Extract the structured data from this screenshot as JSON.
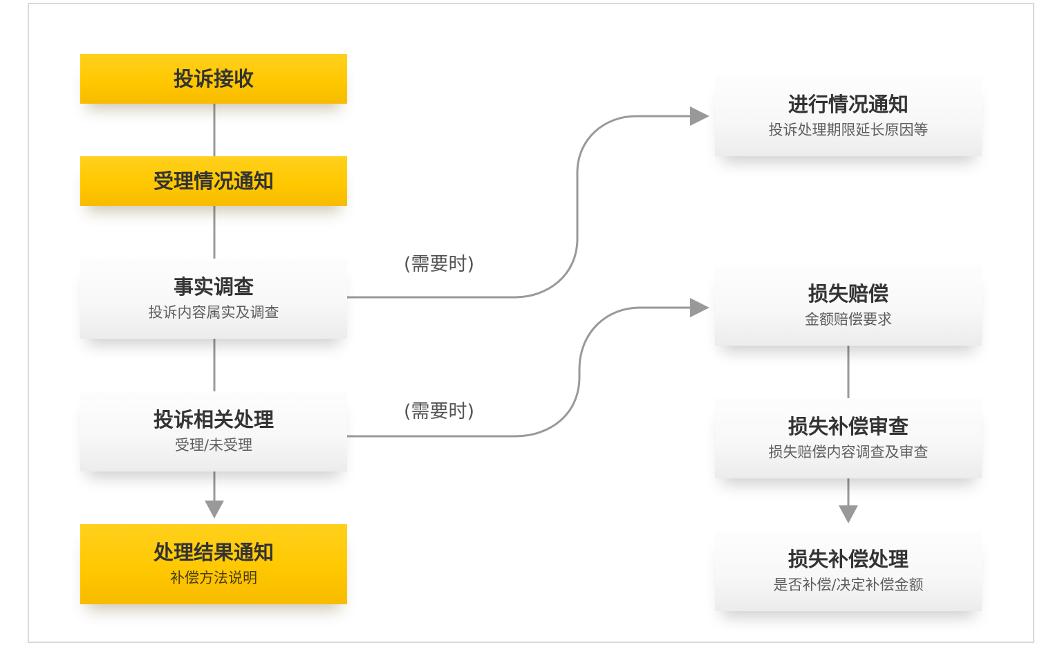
{
  "left_flow": {
    "receive": {
      "title": "投诉接收"
    },
    "accept_notice": {
      "title": "受理情况通知"
    },
    "investigation": {
      "title": "事实调查",
      "sub": "投诉内容属实及调查"
    },
    "handling": {
      "title": "投诉相关处理",
      "sub": "受理/未受理"
    },
    "result_notice": {
      "title": "处理结果通知",
      "sub": "补偿方法说明"
    }
  },
  "right_flow": {
    "progress_notice": {
      "title": "进行情况通知",
      "sub": "投诉处理期限延长原因等"
    },
    "compensation": {
      "title": "损失赔偿",
      "sub": "金额赔偿要求"
    },
    "review": {
      "title": "损失补偿审查",
      "sub": "损失赔偿内容调查及审查"
    },
    "process": {
      "title": "损失补偿处理",
      "sub": "是否补偿/决定补偿金额"
    }
  },
  "conditions": {
    "upper": "(需要时)",
    "lower": "(需要时)"
  },
  "colors": {
    "highlight": "#ffc800",
    "box": "#f7f7f7",
    "connector": "#999999",
    "text": "#333333"
  }
}
